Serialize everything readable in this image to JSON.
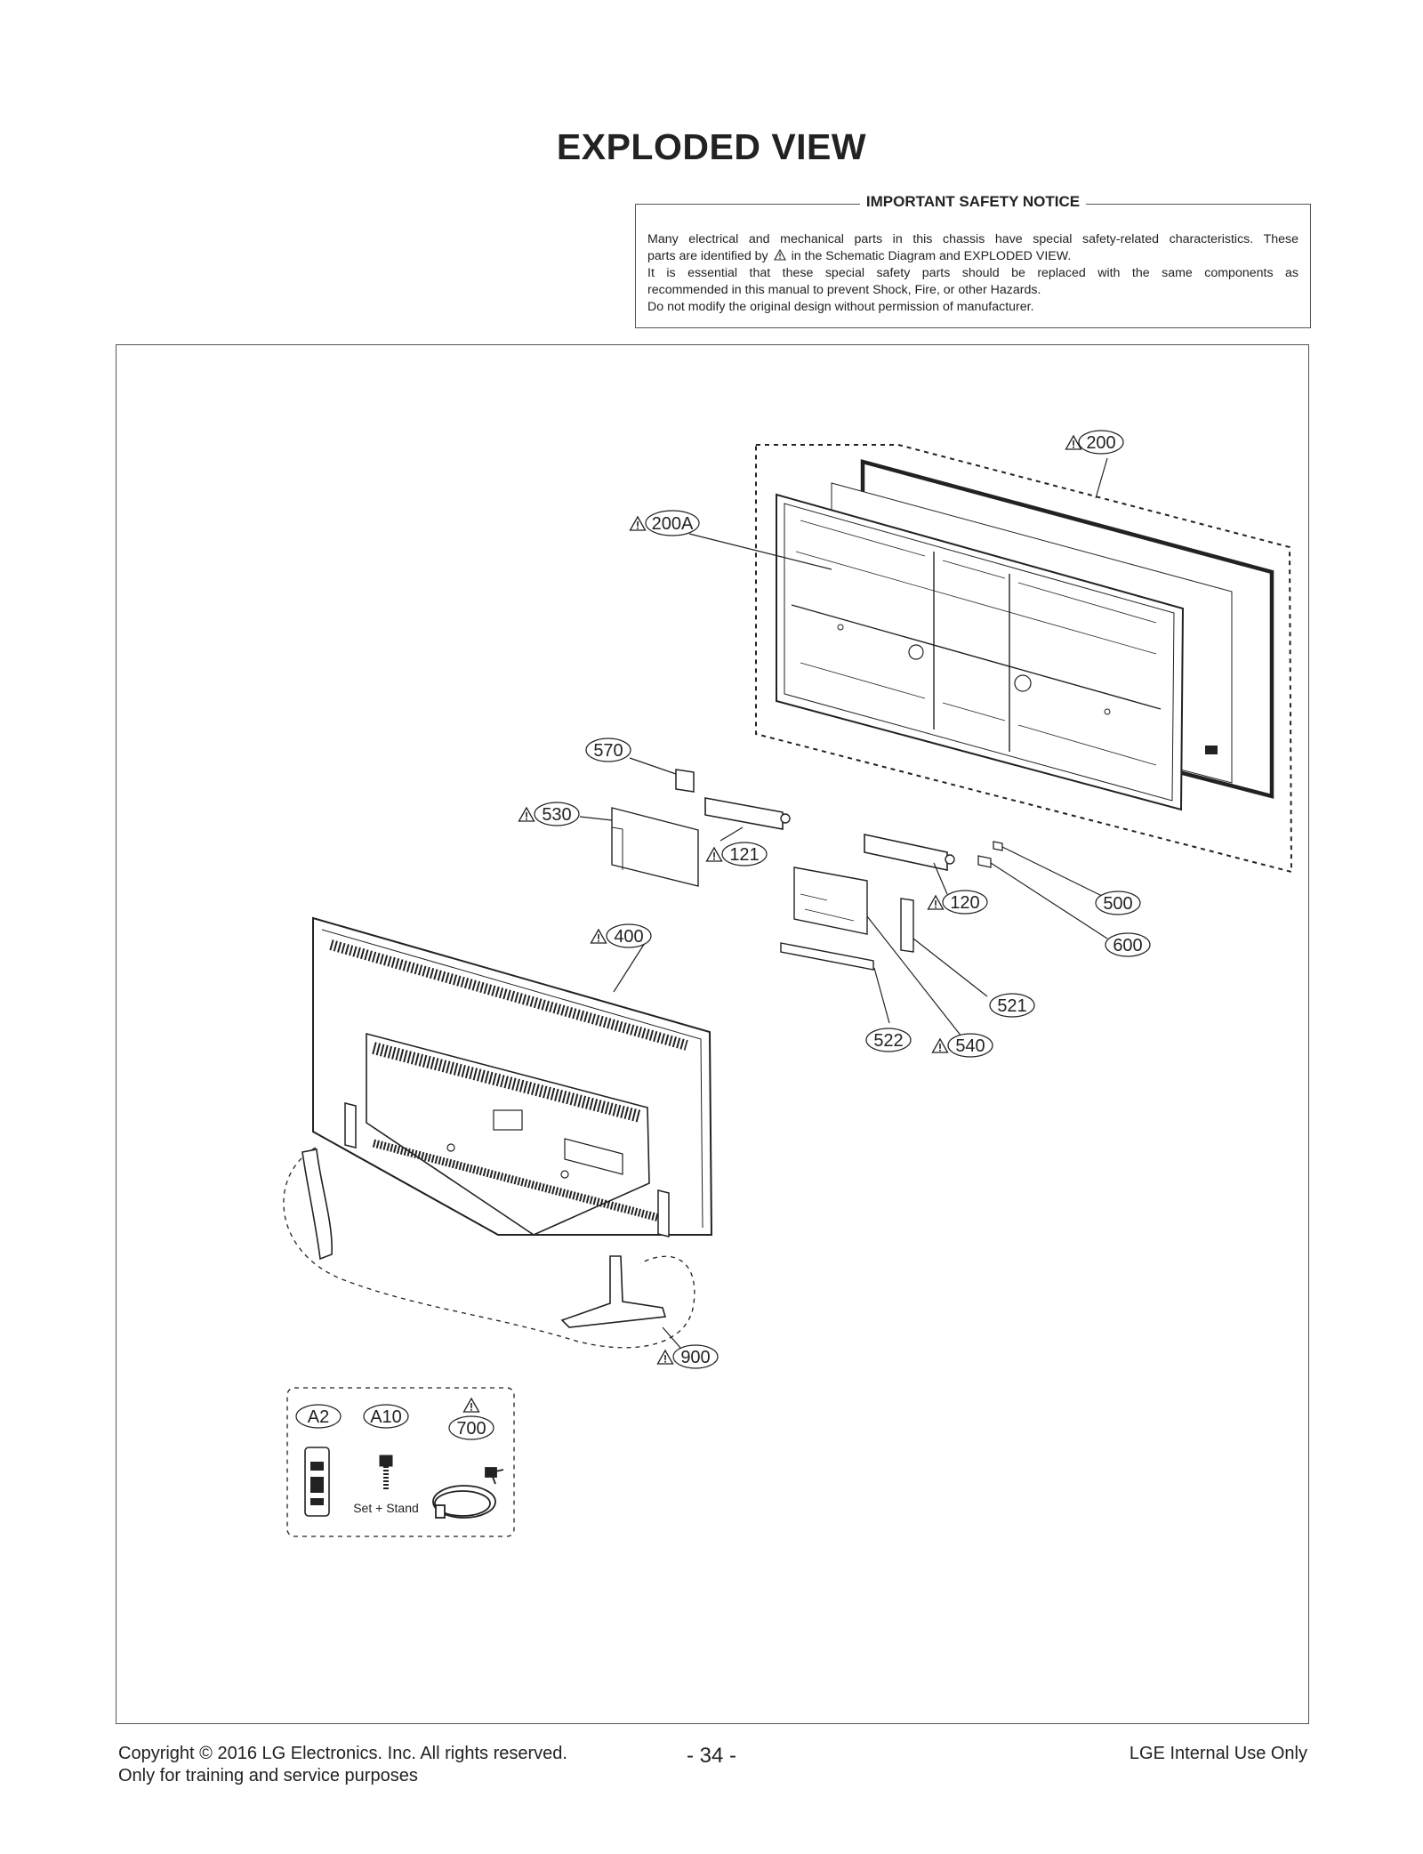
{
  "page_title": "EXPLODED VIEW",
  "safety_notice": {
    "title": "IMPORTANT SAFETY NOTICE",
    "line1": "Many electrical and mechanical parts in this chassis have special safety-related characteristics. These",
    "line2a": "parts are identified by",
    "line2b": "in the Schematic Diagram and EXPLODED VIEW.",
    "line3": "It is essential that these special safety parts should be replaced with the same components as",
    "line4": "recommended in this manual to prevent Shock, Fire, or other Hazards.",
    "line5": "Do not modify the original design without permission of manufacturer."
  },
  "parts": {
    "p200": "200",
    "p200A": "200A",
    "p570": "570",
    "p530": "530",
    "p121": "121",
    "p120": "120",
    "p500": "500",
    "p600": "600",
    "p400": "400",
    "p521": "521",
    "p522": "522",
    "p540": "540",
    "p900": "900",
    "pA2": "A2",
    "pA10": "A10",
    "p700": "700"
  },
  "accessory_note": "Set + Stand",
  "footer": {
    "copyright": "Copyright  © 2016 LG Electronics. Inc. All rights reserved.",
    "training": "Only for training and service purposes",
    "page_number": "- 34 -",
    "internal": "LGE Internal Use Only"
  },
  "colors": {
    "ink": "#222222",
    "frame": "#555555"
  }
}
